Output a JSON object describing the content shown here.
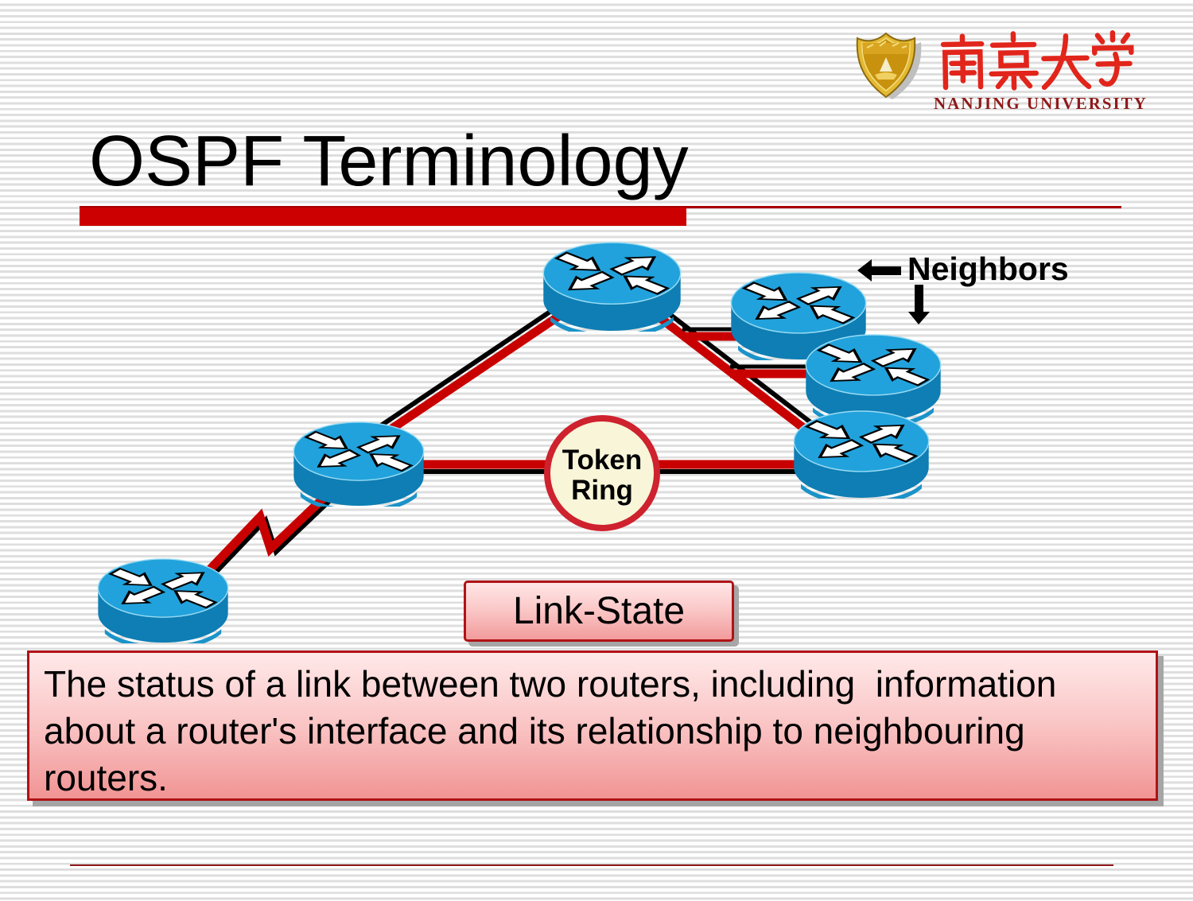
{
  "header": {
    "title": "OSPF Terminology",
    "logo": {
      "name_cn": "南京大学",
      "name_en": "NANJING UNIVERSITY"
    }
  },
  "diagram": {
    "neighbors_label": "Neighbors",
    "token_ring": {
      "line1": "Token",
      "line2": "Ring"
    },
    "link_state_label": "Link-State",
    "routers": [
      "top-center-router",
      "upper-right-router",
      "middle-right-router",
      "lower-right-router",
      "middle-left-router",
      "bottom-left-router"
    ]
  },
  "description": {
    "lines": [
      "The status of a link between two routers, including  information",
      "about a router's interface and its relationship to neighbouring",
      "routers."
    ],
    "full_text": "The status of a link between two routers, including information about a router's interface and its relationship to neighbouring routers."
  },
  "colors": {
    "accent_red": "#CC0000",
    "link_red": "#C90000",
    "link_black": "#000000",
    "router_top_blue": "#21A2DC",
    "router_side_blue": "#0E7EB4",
    "token_ring_fill": "#F8F5D8",
    "token_ring_border": "#CE222E",
    "box_border_red": "#B01216",
    "box_pink_top": "#FFE9E9",
    "box_pink_bottom": "#F19494",
    "logo_gold": "#D9A520",
    "logo_text_red": "#E1251B",
    "logo_text_maroon": "#8E1A1A"
  }
}
